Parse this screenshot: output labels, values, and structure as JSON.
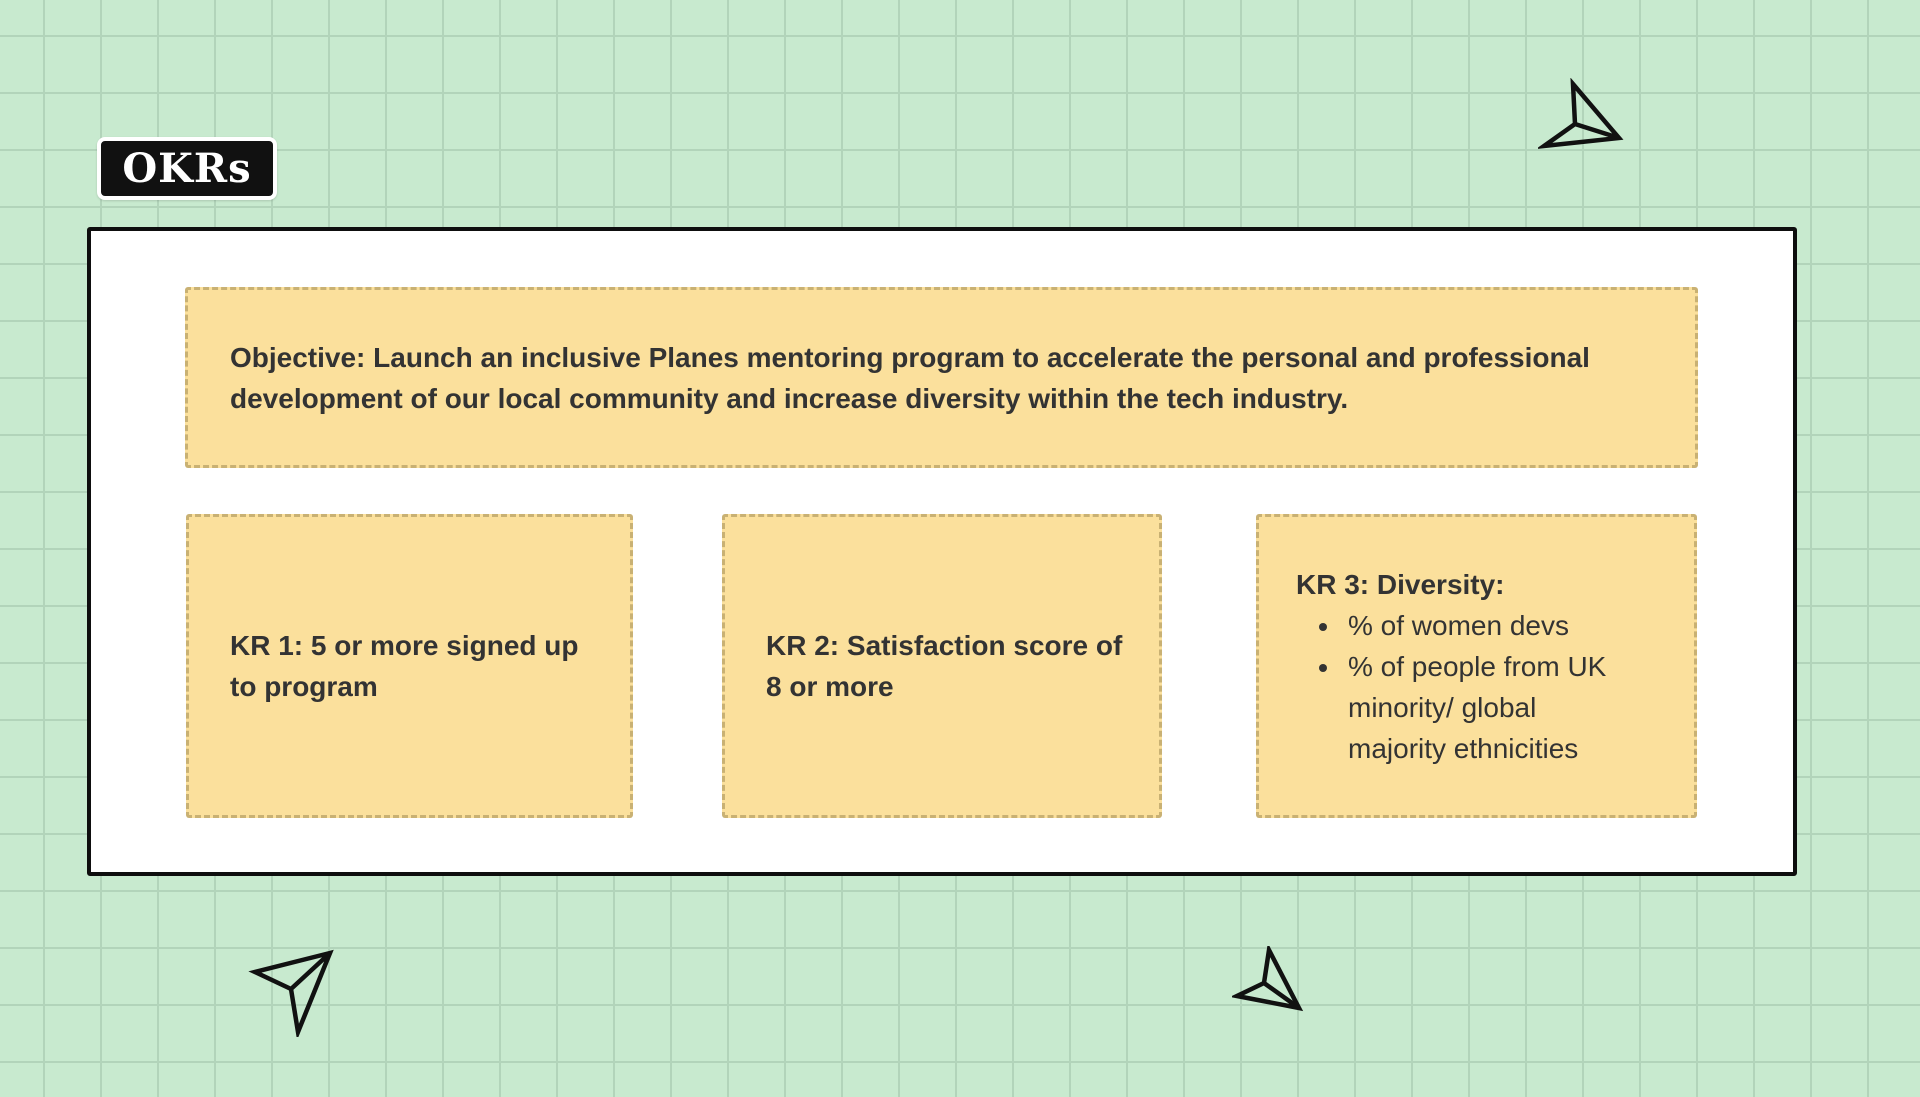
{
  "board": {
    "title": "OKRs"
  },
  "objective": {
    "lines": [
      "Objective: Launch an inclusive Planes mentoring program to accelerate the personal and professional",
      "development of our local community and  increase diversity within the tech industry."
    ]
  },
  "key_results": [
    {
      "id": "KR1",
      "lines": [
        "KR 1: 5 or more signed up",
        "to program"
      ]
    },
    {
      "id": "KR2",
      "lines": [
        "KR 2: Satisfaction score of",
        "8 or more"
      ]
    },
    {
      "id": "KR3",
      "heading": "KR 3: Diversity:",
      "bullet1_lines": [
        "% of women devs"
      ],
      "bullet2_lines": [
        "% of people from UK",
        "minority/ global",
        "majority ethnicities"
      ]
    }
  ],
  "icons": {
    "cursor_top_right": "paper-plane-cursor",
    "cursor_bottom_left": "paper-plane-cursor",
    "cursor_bottom_center": "paper-plane-cursor"
  },
  "colors": {
    "canvas_background": "#c8eacf",
    "grid_line": "#b2d4ba",
    "sticky_fill": "#fbe09c",
    "sticky_dash_border": "#c9b173",
    "sticky_text": "#333333",
    "frame_fill": "#ffffff",
    "frame_border": "#0e0e0e",
    "label_background": "#111111",
    "label_text": "#ffffff",
    "cursor_stroke": "#111111"
  }
}
